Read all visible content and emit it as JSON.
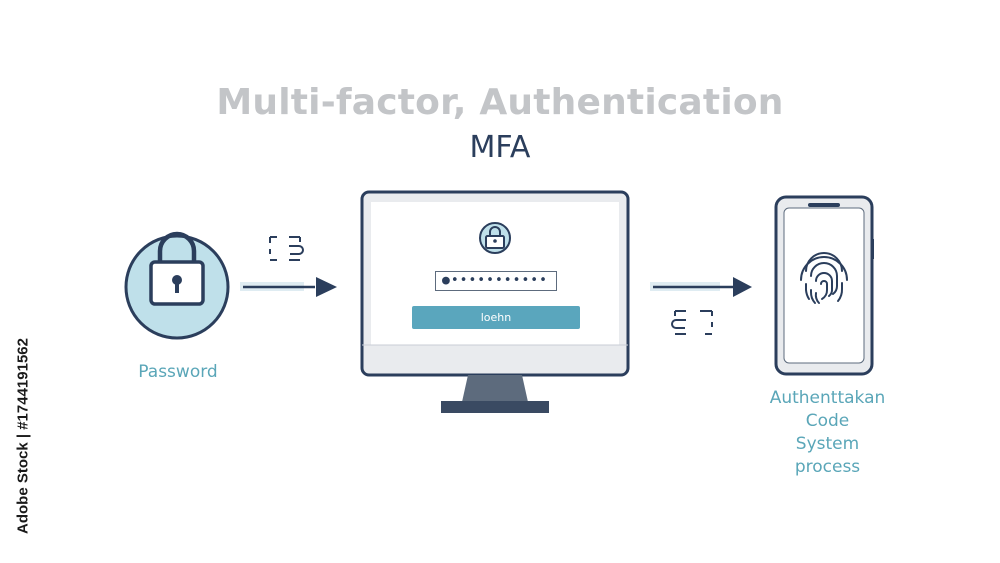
{
  "title": "Multi-factor, Authentication",
  "subtitle": "MFA",
  "steps": {
    "password": {
      "label": "Password",
      "icon": "padlock-icon"
    },
    "computer": {
      "icon": "monitor-icon",
      "lock_icon": "small-lock-icon",
      "password_mask": "●•••••••••••",
      "button_label": "loehn"
    },
    "phone": {
      "label_lines": [
        "Authenttakan",
        "Code",
        "System",
        "process"
      ],
      "icon": "fingerprint-icon"
    }
  },
  "watermark": "Adobe Stock | #1744191562",
  "colors": {
    "accent": "#5aa6bd",
    "navy": "#2b3e5c",
    "light_teal": "#bfe0ea",
    "title_gray": "#c3c5c8"
  }
}
